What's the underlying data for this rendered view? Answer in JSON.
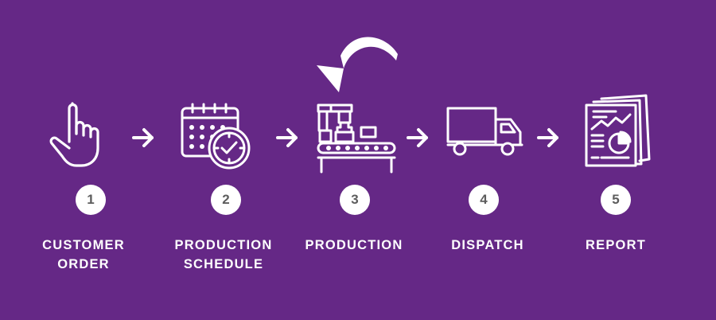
{
  "colors": {
    "background": "#652886",
    "foreground": "#ffffff",
    "badge_text": "#5d5d5d"
  },
  "steps": [
    {
      "number": "1",
      "label_lines": [
        "CUSTOMER",
        "ORDER"
      ],
      "icon": "pointing-hand-icon"
    },
    {
      "number": "2",
      "label_lines": [
        "PRODUCTION",
        "SCHEDULE"
      ],
      "icon": "calendar-clock-icon"
    },
    {
      "number": "3",
      "label_lines": [
        "PRODUCTION"
      ],
      "icon": "factory-conveyor-icon"
    },
    {
      "number": "4",
      "label_lines": [
        "DISPATCH"
      ],
      "icon": "delivery-truck-icon"
    },
    {
      "number": "5",
      "label_lines": [
        "REPORT"
      ],
      "icon": "report-document-icon"
    }
  ],
  "connectors": [
    "arrow-right-icon",
    "arrow-right-icon",
    "arrow-right-icon",
    "arrow-right-icon"
  ],
  "loop_arrow": "curved-arrow-icon"
}
